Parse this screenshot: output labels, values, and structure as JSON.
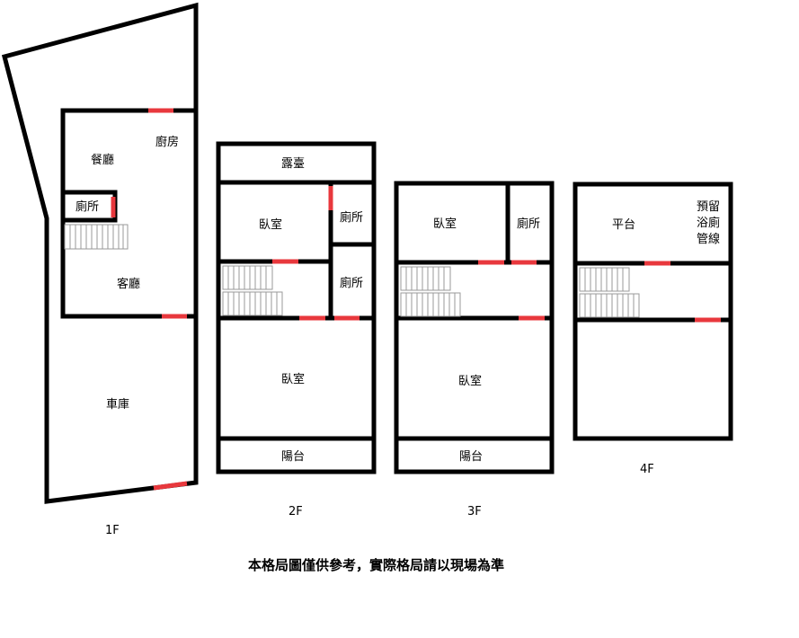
{
  "floors": {
    "f1": {
      "label": "1F",
      "rooms": {
        "dining": "餐廳",
        "kitchen": "廚房",
        "toilet": "廁所",
        "living": "客廳",
        "garage": "車庫"
      }
    },
    "f2": {
      "label": "2F",
      "rooms": {
        "terrace": "露臺",
        "bedroom_a": "臥室",
        "toilet_a": "廁所",
        "toilet_b": "廁所",
        "bedroom_b": "臥室",
        "balcony": "陽台"
      }
    },
    "f3": {
      "label": "3F",
      "rooms": {
        "bedroom_a": "臥室",
        "toilet": "廁所",
        "bedroom_b": "臥室",
        "balcony": "陽台"
      }
    },
    "f4": {
      "label": "4F",
      "rooms": {
        "platform": "平台",
        "reserved_line1": "預留",
        "reserved_line2": "浴廁",
        "reserved_line3": "管線"
      }
    }
  },
  "note": "本格局圖僅供參考，實際格局請以現場為準",
  "colors": {
    "wall": "#000000",
    "door": "#e8383d",
    "stair": "#9a9a9a"
  }
}
